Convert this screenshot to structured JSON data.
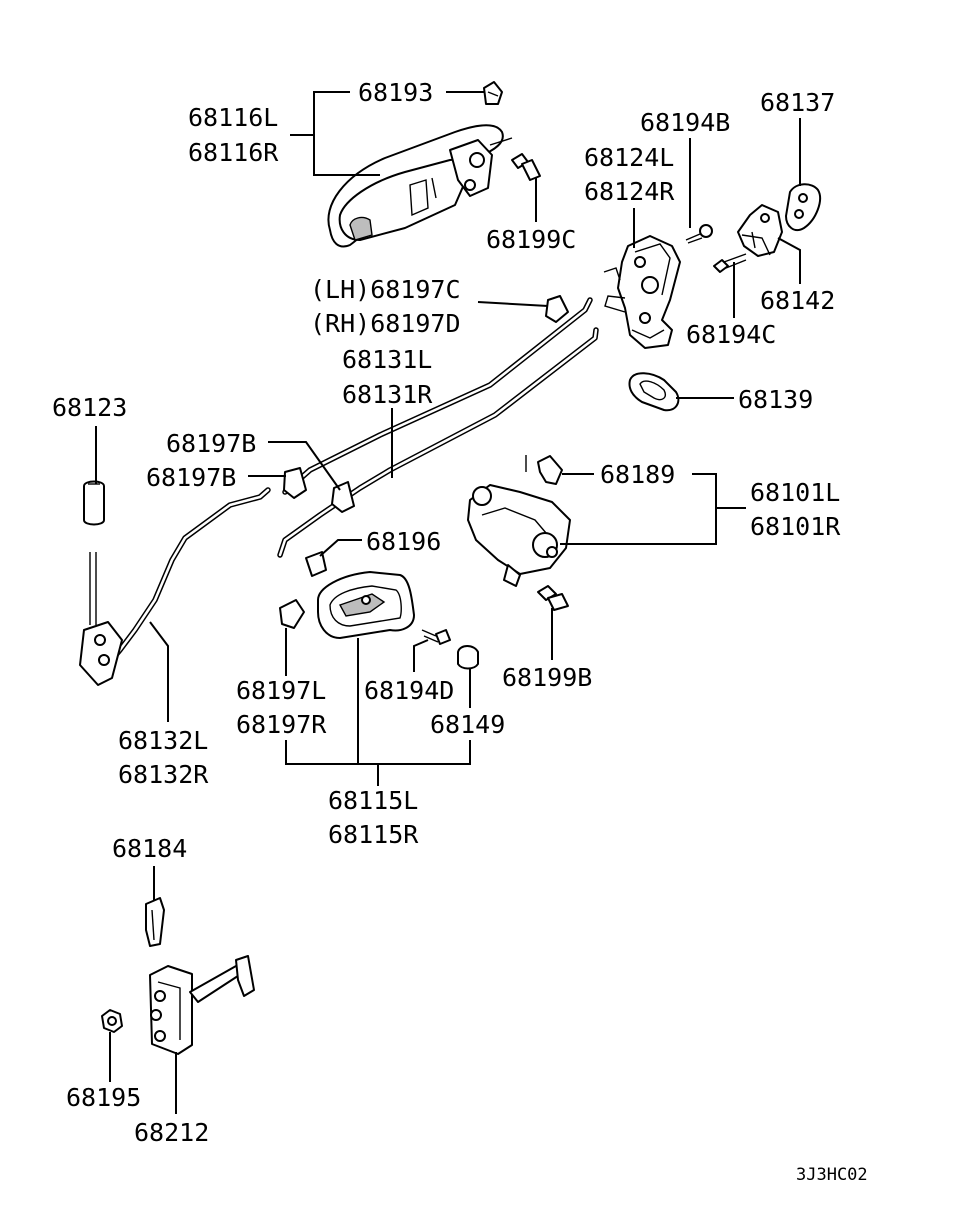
{
  "labels": {
    "p68193": "68193",
    "p68116l": "68116L",
    "p68116r": "68116R",
    "p68199c": "68199C",
    "p68194b": "68194B",
    "p68124l": "68124L",
    "p68124r": "68124R",
    "p68137": "68137",
    "p68142": "68142",
    "p68194c": "68194C",
    "p68197c": "(LH)68197C",
    "p68197d": "(RH)68197D",
    "p68131l": "68131L",
    "p68131r": "68131R",
    "p68139": "68139",
    "p68123": "68123",
    "p68197b_1": "68197B",
    "p68197b_2": "68197B",
    "p68189": "68189",
    "p68101l": "68101L",
    "p68101r": "68101R",
    "p68196": "68196",
    "p68199b": "68199B",
    "p68194d": "68194D",
    "p68197l": "68197L",
    "p68197r": "68197R",
    "p68149": "68149",
    "p68132l": "68132L",
    "p68132r": "68132R",
    "p68115l": "68115L",
    "p68115r": "68115R",
    "p68184": "68184",
    "p68195": "68195",
    "p68212": "68212"
  },
  "diagram_code": "3J3HC02"
}
